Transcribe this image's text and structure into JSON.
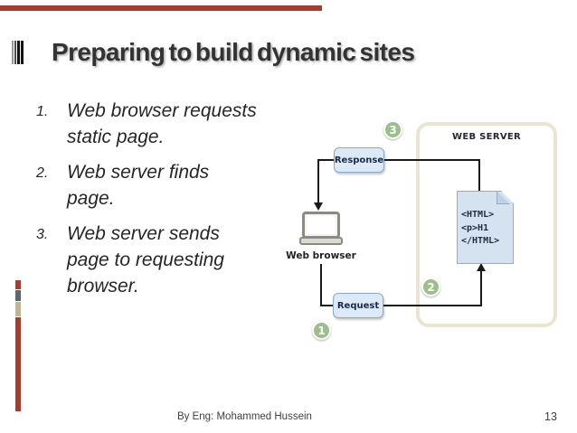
{
  "slide": {
    "title": "Preparing to build dynamic sites",
    "footer": "By Eng: Mohammed Hussein",
    "page_number": "13"
  },
  "steps": [
    {
      "num": "1.",
      "lines": [
        "Web browser requests",
        "static page."
      ]
    },
    {
      "num": "2.",
      "lines": [
        "Web server finds",
        "page."
      ]
    },
    {
      "num": "3.",
      "lines": [
        "Web server sends",
        "page to requesting",
        "browser."
      ]
    }
  ],
  "diagram": {
    "server_label": "WEB SERVER",
    "browser_label": "Web browser",
    "response_label": "Response",
    "request_label": "Request",
    "document_lines": [
      "<HTML>",
      "<p>H1",
      "</HTML>"
    ],
    "badge_1": "1",
    "badge_2": "2",
    "badge_3": "3"
  },
  "colors": {
    "accent_red": "#A93C31",
    "strip_gray": "#5C6670",
    "strip_tan": "#BFB393",
    "badge_green": "#9CBE8C",
    "message_box_fill": "#DCE9F6",
    "message_box_border": "#8AA9CE",
    "server_panel_border": "#EAE5D1",
    "document_fill": "#D5E3F1",
    "document_border": "#8FAECE"
  }
}
